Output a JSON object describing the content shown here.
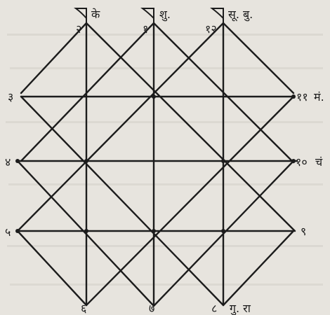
{
  "houses": [
    {
      "number": "२",
      "planets": "के"
    },
    {
      "number": "१",
      "planets": "शु."
    },
    {
      "number": "१२",
      "planets": "सू. बु."
    },
    {
      "number": "३",
      "planets": ""
    },
    {
      "number": "११",
      "planets": "मं."
    },
    {
      "number": "४",
      "planets": ""
    },
    {
      "number": "१०",
      "planets": "चं"
    },
    {
      "number": "५",
      "planets": ""
    },
    {
      "number": "९",
      "planets": ""
    },
    {
      "number": "६",
      "planets": ""
    },
    {
      "number": "७",
      "planets": ""
    },
    {
      "number": "८",
      "planets": "गु. रा"
    }
  ]
}
